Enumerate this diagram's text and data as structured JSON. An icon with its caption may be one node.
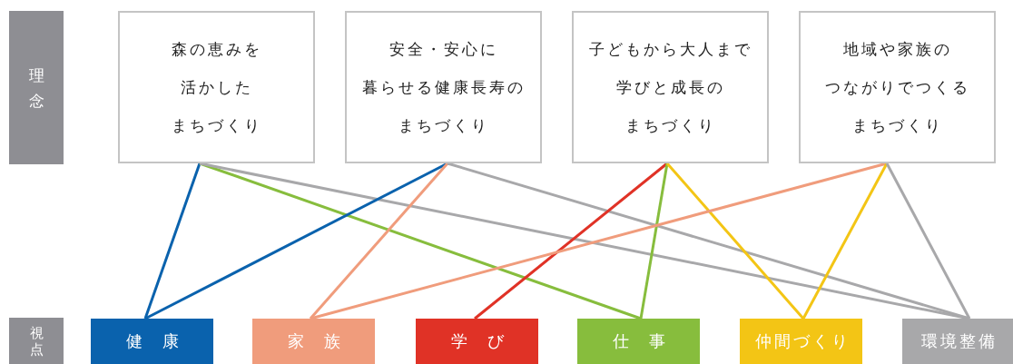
{
  "diagram": {
    "nodes": [
      {
        "text": [
          "理念"
        ]
      },
      {
        "text": [
          "森の恵みを活かしたまちづくり"
        ]
      },
      {
        "text": [
          "安全・安心に暮らせる健康長寿のまちづくり"
        ]
      },
      {
        "text": [
          "子どもから大人まで学びと成長のまちづくり"
        ]
      },
      {
        "text": [
          "地域や家族のつながりでつくるまちづくり"
        ]
      },
      {
        "text": [
          "視点"
        ]
      },
      {
        "text": [
          "健康"
        ]
      },
      {
        "text": [
          "家族"
        ]
      },
      {
        "text": [
          "学び"
        ]
      },
      {
        "text": [
          "仕事"
        ]
      },
      {
        "text": [
          "仲間づくり"
        ]
      },
      {
        "text": [
          "環境整備"
        ]
      }
    ],
    "edges": [
      {
        "from": 1,
        "to": 6,
        "arrow": "none",
        "color": "#0a62ad"
      },
      {
        "from": 1,
        "to": 9,
        "arrow": "none",
        "color": "#87bd3d"
      },
      {
        "from": 1,
        "to": 11,
        "arrow": "none",
        "color": "#a8a8aa"
      },
      {
        "from": 2,
        "to": 6,
        "arrow": "none",
        "color": "#0a62ad"
      },
      {
        "from": 2,
        "to": 7,
        "arrow": "none",
        "color": "#f09c7c"
      },
      {
        "from": 2,
        "to": 11,
        "arrow": "none",
        "color": "#a8a8aa"
      },
      {
        "from": 3,
        "to": 8,
        "arrow": "none",
        "color": "#e03226"
      },
      {
        "from": 3,
        "to": 9,
        "arrow": "none",
        "color": "#87bd3d"
      },
      {
        "from": 3,
        "to": 10,
        "arrow": "none",
        "color": "#f3c515"
      },
      {
        "from": 4,
        "to": 7,
        "arrow": "none",
        "color": "#f09c7c"
      },
      {
        "from": 4,
        "to": 10,
        "arrow": "none",
        "color": "#f3c515"
      },
      {
        "from": 4,
        "to": 11,
        "arrow": "none",
        "color": "#a8a8aa"
      }
    ]
  }
}
